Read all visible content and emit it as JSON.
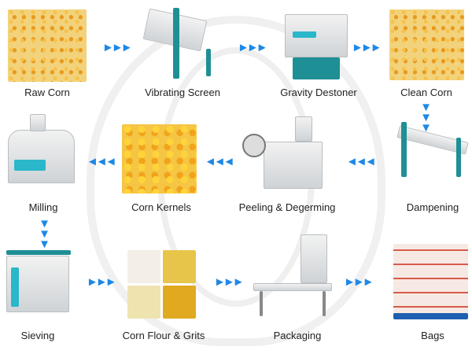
{
  "diagram": {
    "steps": [
      {
        "label": "Raw Corn"
      },
      {
        "label": "Vibrating Screen"
      },
      {
        "label": "Gravity Destoner"
      },
      {
        "label": "Clean Corn"
      },
      {
        "label": "Dampening"
      },
      {
        "label": "Peeling & Degerming"
      },
      {
        "label": "Corn Kernels"
      },
      {
        "label": "Milling"
      },
      {
        "label": "Sieving"
      },
      {
        "label": "Corn Flour & Grits"
      },
      {
        "label": "Packaging"
      },
      {
        "label": "Bags"
      }
    ],
    "arrow_right": "►►►",
    "arrow_left": "◄◄◄",
    "arrow_down": "▼▼▼",
    "arrow_color": "#1e88e5"
  }
}
